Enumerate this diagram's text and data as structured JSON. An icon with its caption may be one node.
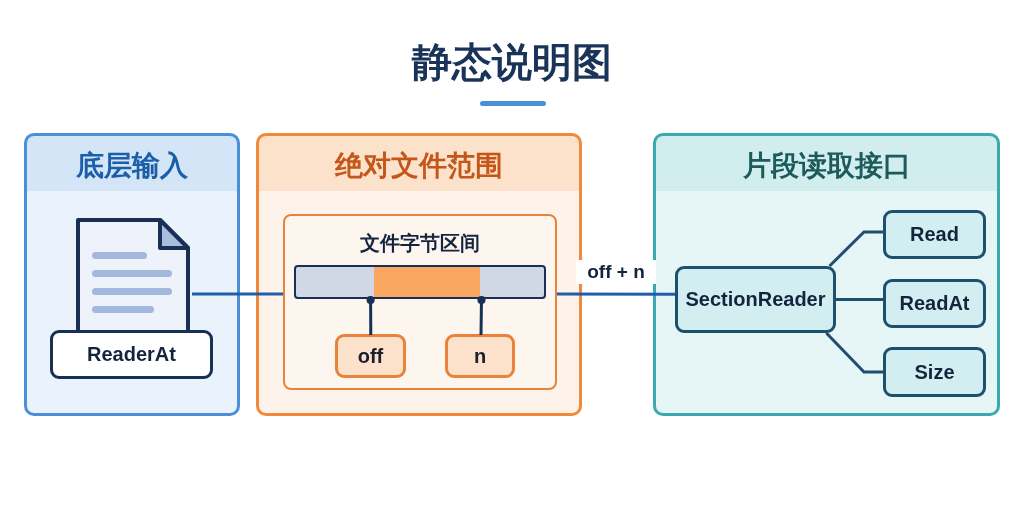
{
  "diagram": {
    "title": "静态说明图",
    "nodes": [
      {
        "text": [
          "底层输入"
        ]
      },
      {
        "text": [],
        "shape": "picture",
        "in": 0
      },
      {
        "text": [
          "ReaderAt"
        ],
        "in": 0
      },
      {
        "text": [
          "绝对文件范围"
        ]
      },
      {
        "text": [
          "文件字节区间"
        ],
        "in": 3
      },
      {
        "text": [],
        "shape": "bar",
        "in": 4
      },
      {
        "text": [
          "off"
        ],
        "in": 4
      },
      {
        "text": [
          "n"
        ],
        "in": 4
      },
      {
        "text": [
          "片段读取接口"
        ]
      },
      {
        "text": [
          "SectionReader"
        ],
        "in": 8
      },
      {
        "text": [
          "Read"
        ],
        "in": 8
      },
      {
        "text": [
          "ReadAt"
        ],
        "in": 8
      },
      {
        "text": [
          "Size"
        ],
        "in": 8
      }
    ],
    "edges": [
      {
        "from": 1,
        "to": 4,
        "arrow": "none"
      },
      {
        "from": 4,
        "to": 9,
        "arrow": "none",
        "label": "off + n"
      },
      {
        "from": 6,
        "to": 5,
        "arrow": "other"
      },
      {
        "from": 7,
        "to": 5,
        "arrow": "other"
      },
      {
        "from": 9,
        "to": 10,
        "arrow": "none"
      },
      {
        "from": 9,
        "to": 11,
        "arrow": "none"
      },
      {
        "from": 9,
        "to": 12,
        "arrow": "none"
      }
    ]
  }
}
